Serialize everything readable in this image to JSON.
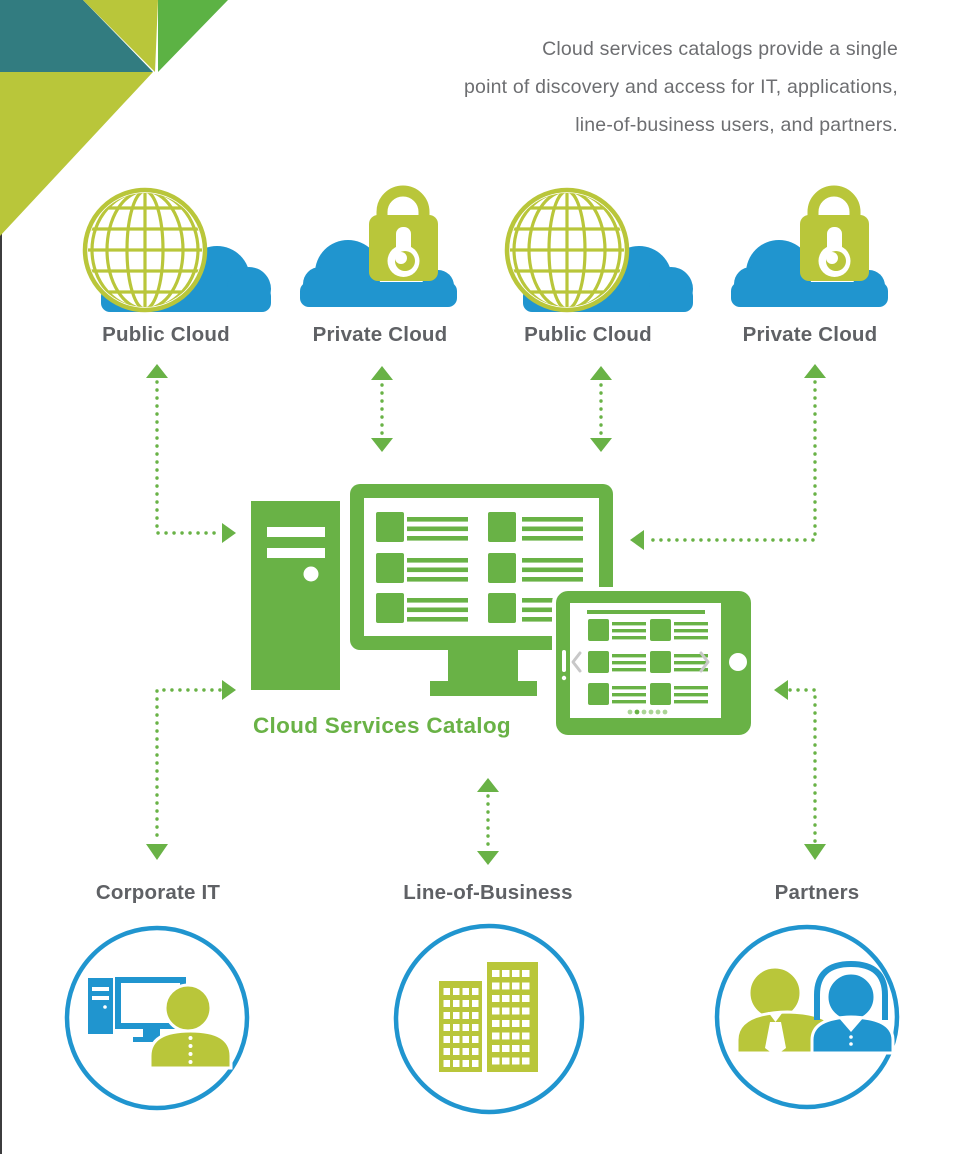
{
  "colors": {
    "green": "#69b246",
    "lime": "#b9c63a",
    "blue": "#2095cf",
    "teal": "#327c80",
    "mid_green": "#5cb244",
    "dot_light": "#abd596",
    "text_gray": "#6d6e71",
    "label_gray": "#5f6165"
  },
  "intro": {
    "lines": [
      "Cloud services catalogs provide a single",
      "point of discovery and access for IT, applications,",
      "line-of-business users, and partners."
    ]
  },
  "clouds": [
    {
      "label": "Public Cloud",
      "type": "public",
      "icon": "globe-cloud-icon"
    },
    {
      "label": "Private Cloud",
      "type": "private",
      "icon": "padlock-cloud-icon"
    },
    {
      "label": "Public Cloud",
      "type": "public",
      "icon": "globe-cloud-icon"
    },
    {
      "label": "Private Cloud",
      "type": "private",
      "icon": "padlock-cloud-icon"
    }
  ],
  "catalog": {
    "label": "Cloud Services Catalog",
    "icons": [
      "server-tower-icon",
      "desktop-monitor-icon",
      "tablet-icon"
    ]
  },
  "consumers": [
    {
      "label": "Corporate IT",
      "icon": "workstation-person-icon"
    },
    {
      "label": "Line-of-Business",
      "icon": "office-buildings-icon"
    },
    {
      "label": "Partners",
      "icon": "two-people-icon"
    }
  ]
}
